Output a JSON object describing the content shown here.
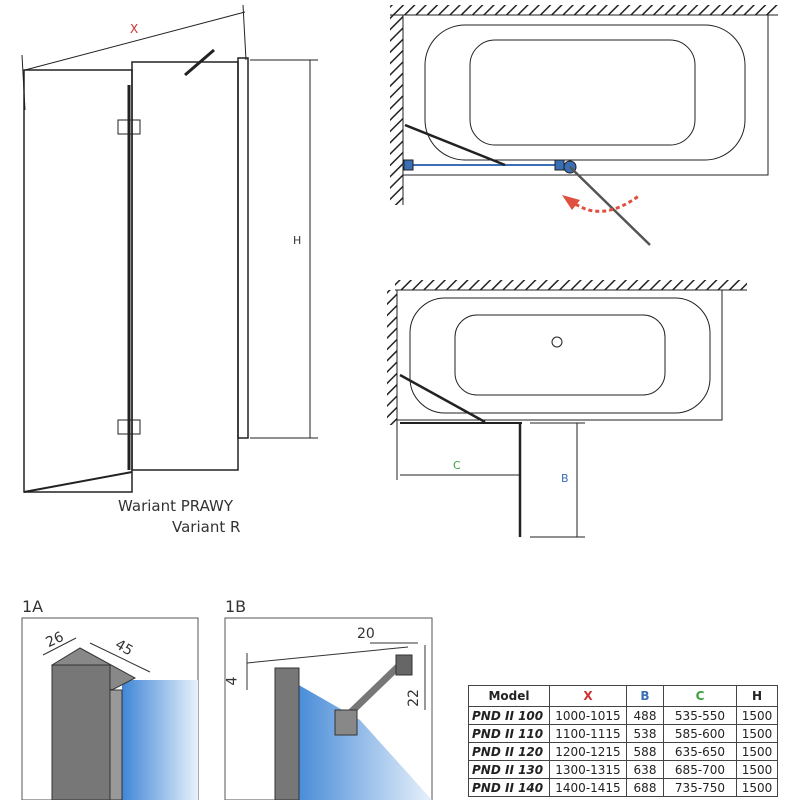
{
  "front_view": {
    "dim_x": "X",
    "dim_h": "H",
    "variant_pl": "Wariant PRAWY",
    "variant_en": "Variant R"
  },
  "plan_view": {
    "dim_c": "C",
    "dim_b": "B"
  },
  "detail_1a": {
    "title": "1A",
    "dim_width": "26",
    "dim_depth": "45"
  },
  "detail_1b": {
    "title": "1B",
    "dim_20": "20",
    "dim_4": "4",
    "dim_22": "22"
  },
  "colors": {
    "x": "#d03030",
    "b": "#3a6fb5",
    "c": "#3aa040",
    "arrow": "#e05040",
    "glass": "#4a8ed8"
  },
  "table": {
    "headers": [
      "Model",
      "X",
      "B",
      "C",
      "H"
    ],
    "rows": [
      [
        "PND II 100",
        "1000-1015",
        "488",
        "535-550",
        "1500"
      ],
      [
        "PND II 110",
        "1100-1115",
        "538",
        "585-600",
        "1500"
      ],
      [
        "PND II 120",
        "1200-1215",
        "588",
        "635-650",
        "1500"
      ],
      [
        "PND II 130",
        "1300-1315",
        "638",
        "685-700",
        "1500"
      ],
      [
        "PND II 140",
        "1400-1415",
        "688",
        "735-750",
        "1500"
      ]
    ]
  }
}
